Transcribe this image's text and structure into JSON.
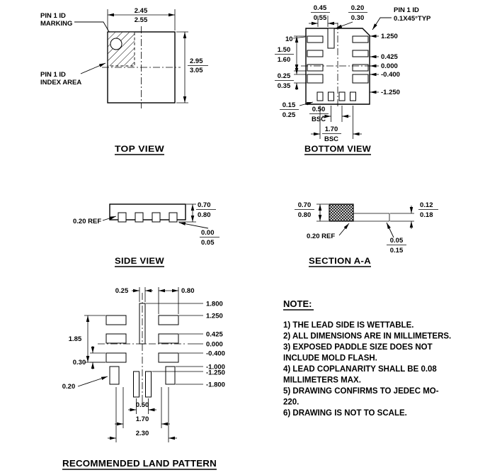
{
  "top_view": {
    "title": "TOP VIEW",
    "pin1_marking_label": {
      "line1": "PIN 1 ID",
      "line2": "MARKING"
    },
    "pin1_index_label": {
      "line1": "PIN 1 ID",
      "line2": "INDEX AREA"
    },
    "dim_body_width": {
      "min": "2.45",
      "max": "2.55"
    },
    "dim_body_height": {
      "min": "2.95",
      "max": "3.05"
    }
  },
  "bottom_view": {
    "title": "BOTTOM VIEW",
    "pin1_label": {
      "line1": "PIN 1 ID",
      "line2": "0.1X45°TYP"
    },
    "pin_number_label": "10",
    "dim_slot_offset": {
      "min": "0.45",
      "max": "0.55"
    },
    "dim_slot_width": {
      "min": "0.20",
      "max": "0.30"
    },
    "dim_side_pads_span": {
      "min": "1.50",
      "max": "1.60"
    },
    "dim_corner_pad": {
      "min": "0.25",
      "max": "0.35"
    },
    "dim_pad_edge": {
      "min": "0.15",
      "max": "0.25"
    },
    "coord_labels": [
      "1.250",
      "0.425",
      "0.000",
      "-0.400",
      "-1.250"
    ],
    "dim_pitch": {
      "value": "0.50",
      "unit": "BSC"
    },
    "dim_span": {
      "value": "1.70",
      "unit": "BSC"
    }
  },
  "side_view": {
    "title": "SIDE VIEW",
    "dim_lead_ref": "0.20 REF",
    "dim_height": {
      "min": "0.70",
      "max": "0.80"
    },
    "dim_standoff": {
      "min": "0.00",
      "max": "0.05"
    }
  },
  "section_aa": {
    "title": "SECTION A-A",
    "dim_height": {
      "min": "0.70",
      "max": "0.80"
    },
    "dim_lead_thickness": {
      "min": "0.12",
      "max": "0.18"
    },
    "dim_lead_ref": "0.20 REF",
    "dim_foot": {
      "min": "0.05",
      "max": "0.15"
    }
  },
  "land_pattern": {
    "title": "RECOMMENDED LAND PATTERN",
    "dim_center_pad_width": "0.25",
    "dim_side_pad_width": "0.80",
    "dim_side_span": "1.85",
    "dim_corner_pad": "0.30",
    "dim_edge": "0.20",
    "coord_labels": [
      "1.800",
      "1.250",
      "0.425",
      "0.000",
      "-0.400",
      "-1.000",
      "-1.250",
      "-1.800"
    ],
    "dim_pitch": "0.50",
    "dim_inner_span": "1.70",
    "dim_outer_span": "2.30"
  },
  "notes": {
    "title": "NOTE:",
    "lines": [
      "1) THE LEAD SIDE IS WETTABLE.",
      "2) ALL DIMENSIONS ARE IN MILLIMETERS.",
      "3) EXPOSED PADDLE SIZE DOES NOT",
      "INCLUDE MOLD FLASH.",
      "4) LEAD COPLANARITY SHALL BE 0.08",
      "MILLIMETERS MAX.",
      "5) DRAWING CONFIRMS TO JEDEC MO-",
      "220.",
      "6) DRAWING IS NOT TO SCALE."
    ]
  },
  "colors": {
    "ink": "#000000",
    "background": "#ffffff"
  }
}
